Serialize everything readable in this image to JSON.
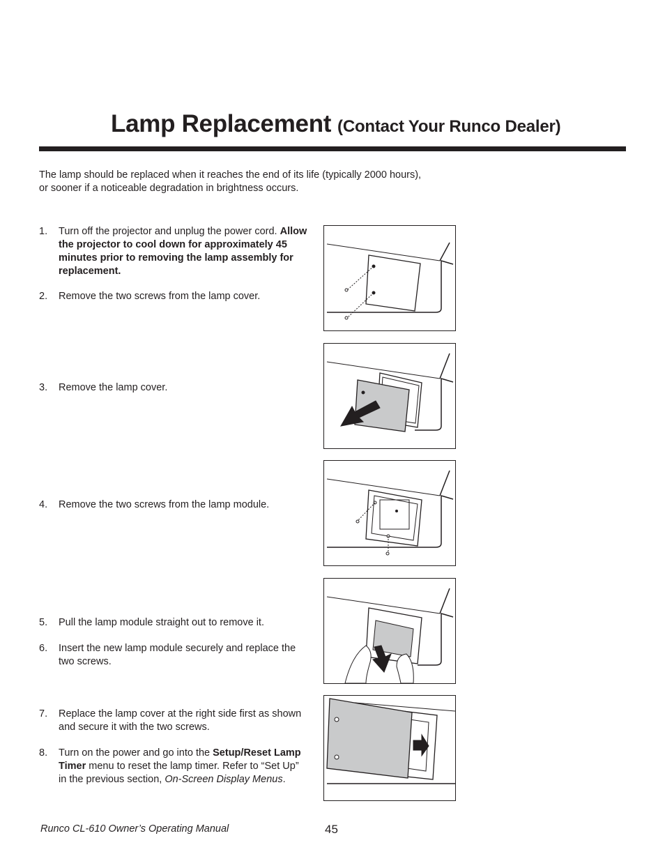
{
  "heading": {
    "main": "Lamp Replacement",
    "sub": "(Contact Your Runco Dealer)"
  },
  "intro": {
    "line1": "The lamp should be replaced when it reaches the end of its life (typically 2000 hours),",
    "line2": "or sooner if a noticeable degradation in brightness occurs."
  },
  "steps": [
    {
      "num": "1.",
      "text_a": "Turn off the projector and unplug the power cord. ",
      "bold_a": "Allow the projector to cool down for approximately 45 minutes prior to removing the lamp assembly for replacement."
    },
    {
      "num": "2.",
      "text_a": "Remove the two screws from the lamp cover."
    },
    {
      "num": "3.",
      "text_a": "Remove the lamp cover."
    },
    {
      "num": "4.",
      "text_a": "Remove the two screws from the lamp module."
    },
    {
      "num": "5.",
      "text_a": "Pull the lamp module straight out to remove it."
    },
    {
      "num": "6.",
      "text_a": "Insert the new lamp module securely and replace the two screws."
    },
    {
      "num": "7.",
      "text_a": "Replace the lamp cover at the right side first as shown and secure it with the two screws."
    },
    {
      "num": "8.",
      "text_a": "Turn on the power and go into the ",
      "bold_a": "Setup/Reset Lamp Timer",
      "text_b": " menu to reset the lamp timer. Refer to “Set Up” in the previous section, ",
      "italic_b": "On-Screen Display Menus",
      "text_c": "."
    }
  ],
  "footer": {
    "manual": "Runco CL-610 Owner’s Operating Manual",
    "page": "45"
  },
  "colors": {
    "text": "#231f20",
    "cover_fill": "#c9cacb"
  }
}
